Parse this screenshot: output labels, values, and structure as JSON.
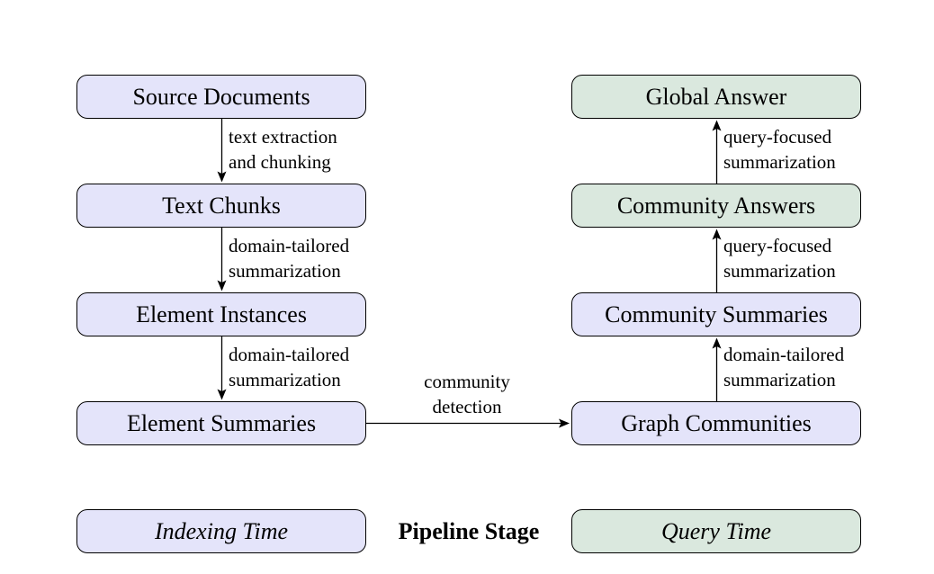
{
  "colors": {
    "indexing_fill": "#e4e4fa",
    "query_fill": "#dae8de",
    "border": "#000000",
    "background": "#ffffff"
  },
  "indexing_column": {
    "nodes": [
      {
        "label": "Source Documents"
      },
      {
        "label": "Text Chunks"
      },
      {
        "label": "Element Instances"
      },
      {
        "label": "Element Summaries"
      }
    ],
    "edge_labels": [
      {
        "line1": "text extraction",
        "line2": "and chunking"
      },
      {
        "line1": "domain-tailored",
        "line2": "summarization"
      },
      {
        "line1": "domain-tailored",
        "line2": "summarization"
      }
    ]
  },
  "query_column": {
    "nodes": [
      {
        "label": "Global Answer"
      },
      {
        "label": "Community Answers"
      },
      {
        "label": "Community Summaries"
      },
      {
        "label": "Graph Communities"
      }
    ],
    "edge_labels": [
      {
        "line1": "query-focused",
        "line2": "summarization"
      },
      {
        "line1": "query-focused",
        "line2": "summarization"
      },
      {
        "line1": "domain-tailored",
        "line2": "summarization"
      }
    ]
  },
  "cross_edge_label": {
    "line1": "community",
    "line2": "detection"
  },
  "legend": {
    "indexing_label": "Indexing Time",
    "pipeline_label": "Pipeline Stage",
    "query_label": "Query Time"
  }
}
